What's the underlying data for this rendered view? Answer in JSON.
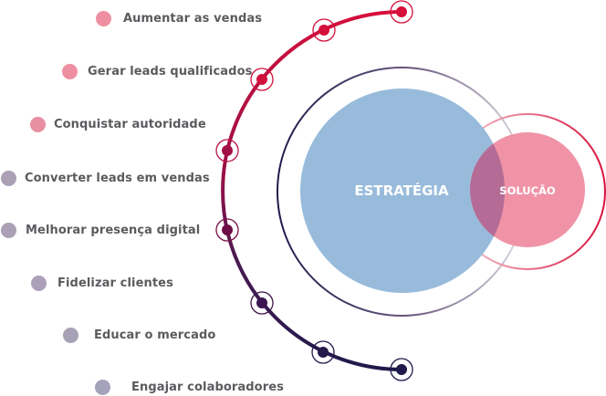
{
  "goals": [
    {
      "label": "Aumentar as vendas",
      "color": "#ee8fa1"
    },
    {
      "label": "Gerar leads qualificados",
      "color": "#ee8fa1"
    },
    {
      "label": "Conquistar autoridade",
      "color": "#e98fa2"
    },
    {
      "label": "Converter leads em vendas",
      "color": "#aba0b5"
    },
    {
      "label": "Melhorar presença digital",
      "color": "#aba0b5"
    },
    {
      "label": "Fidelizar clientes",
      "color": "#aba0b7"
    },
    {
      "label": "Educar o mercado",
      "color": "#a7a1b6"
    },
    {
      "label": "Engajar colaboradores",
      "color": "#a5a3bb"
    }
  ],
  "venn": {
    "strategy_label": "ESTRATÉGIA",
    "solution_label": "SOLUÇÃO",
    "strategy_color": "#99bbdb",
    "solution_color": "#f093a6",
    "overlap_color": "#b46c96"
  },
  "arc_colors": {
    "start": "#d60f3b",
    "end": "#1f1a4b"
  }
}
